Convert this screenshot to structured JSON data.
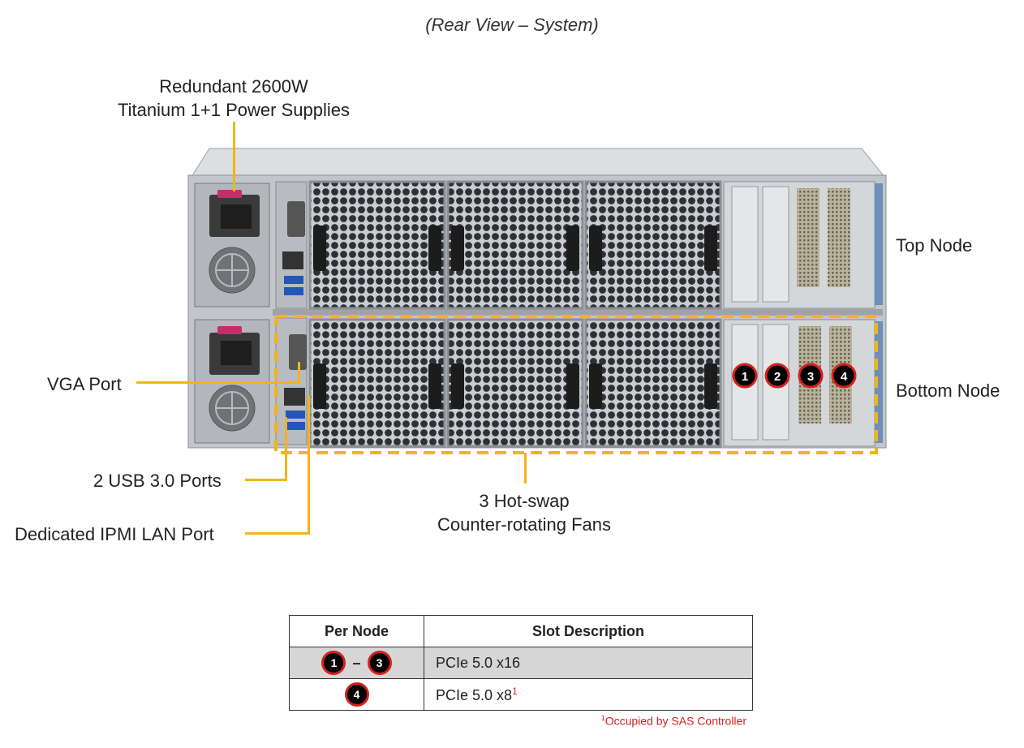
{
  "title": "(Rear View – System)",
  "callouts": {
    "psu_line1": "Redundant 2600W",
    "psu_line2": "Titanium 1+1 Power Supplies",
    "top_node": "Top Node",
    "bottom_node": "Bottom Node",
    "vga": "VGA Port",
    "usb": "2 USB 3.0 Ports",
    "ipmi": "Dedicated IPMI LAN Port",
    "fans_line1": "3 Hot-swap",
    "fans_line2": "Counter-rotating Fans"
  },
  "slot_badges": [
    "1",
    "2",
    "3",
    "4"
  ],
  "table": {
    "headers": [
      "Per Node",
      "Slot Description"
    ],
    "rows": [
      {
        "from": "1",
        "dash": "–",
        "to": "3",
        "desc": "PCIe 5.0 x16",
        "note_mark": ""
      },
      {
        "from": "4",
        "dash": "",
        "to": "",
        "desc": "PCIe 5.0 x8",
        "note_mark": "1"
      }
    ],
    "footnote_mark": "1",
    "footnote": "Occupied by SAS Controller"
  },
  "colors": {
    "callout": "#f2b418",
    "badge_ring": "#d42020",
    "chassis": "#c9cdd1",
    "fan_mesh": "#3a3d40"
  }
}
